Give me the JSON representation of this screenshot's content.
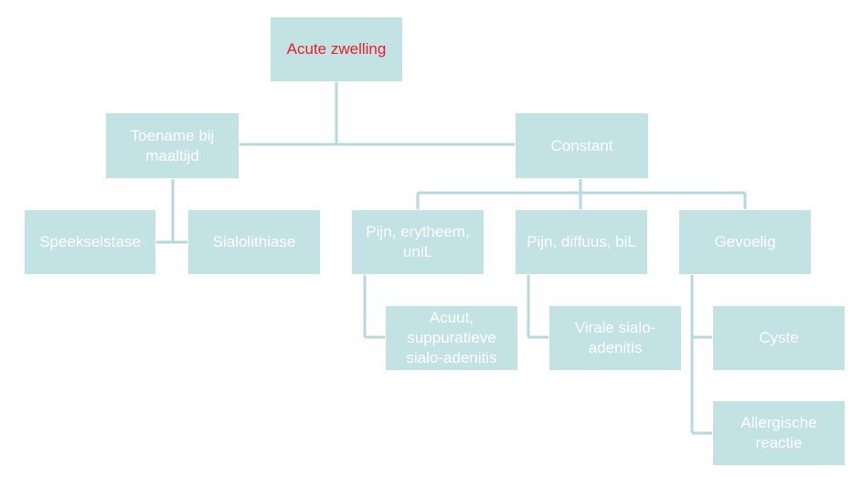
{
  "diagram": {
    "colors": {
      "box_fill": "#c2e2e4",
      "connector": "#b5dadd",
      "text": "#ffffff",
      "root_text": "#e8202a"
    },
    "nodes": {
      "root": "Acute zwelling",
      "toename": "Toename bij maaltijd",
      "constant": "Constant",
      "speekselstase": "Speekselstase",
      "sialolithiase": "Sialolithiase",
      "pijn_erytheem": "Pijn, erytheem, uniL",
      "pijn_diffuus": "Pijn, diffuus, biL",
      "gevoelig": "Gevoelig",
      "acuut": "Acuut, suppuratieve sialo-adenitis",
      "virale": "Virale sialo-adenitis",
      "cyste": "Cyste",
      "allergische": "Allergische reactie"
    }
  }
}
